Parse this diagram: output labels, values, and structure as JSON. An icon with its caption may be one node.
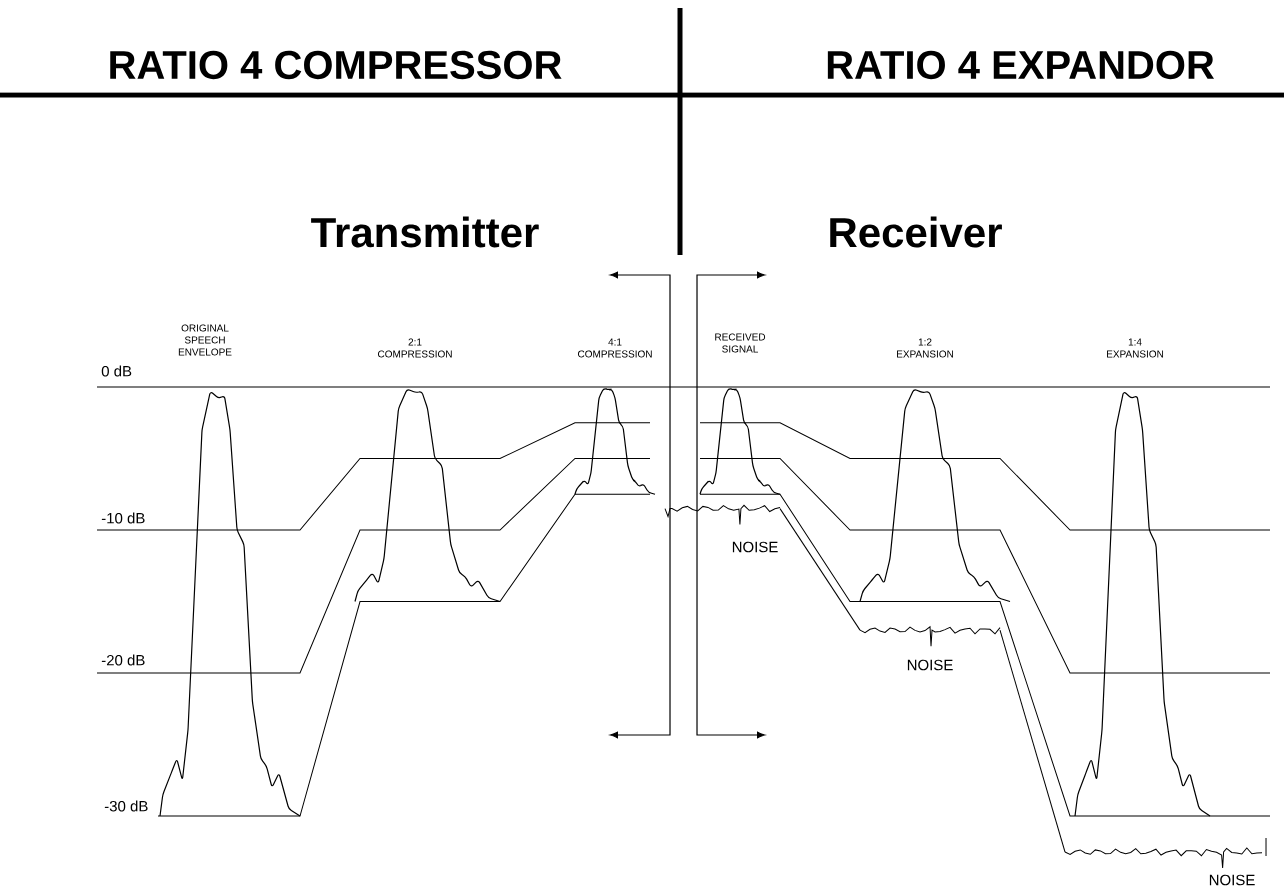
{
  "diagram": {
    "labels": [
      "RATIO 4 COMPRESSOR",
      "RATIO 4 EXPANDOR",
      "Transmitter",
      "Receiver",
      "ORIGINAL SPEECH ENVELOPE",
      "2:1 COMPRESSION",
      "4:1 COMPRESSION",
      "RECEIVED SIGNAL",
      "1:2 EXPANSION",
      "1:4 EXPANSION",
      "0 dB",
      "-10 dB",
      "NOISE",
      "-20 dB",
      "NOISE",
      "-30 dB",
      "NOISE"
    ]
  }
}
